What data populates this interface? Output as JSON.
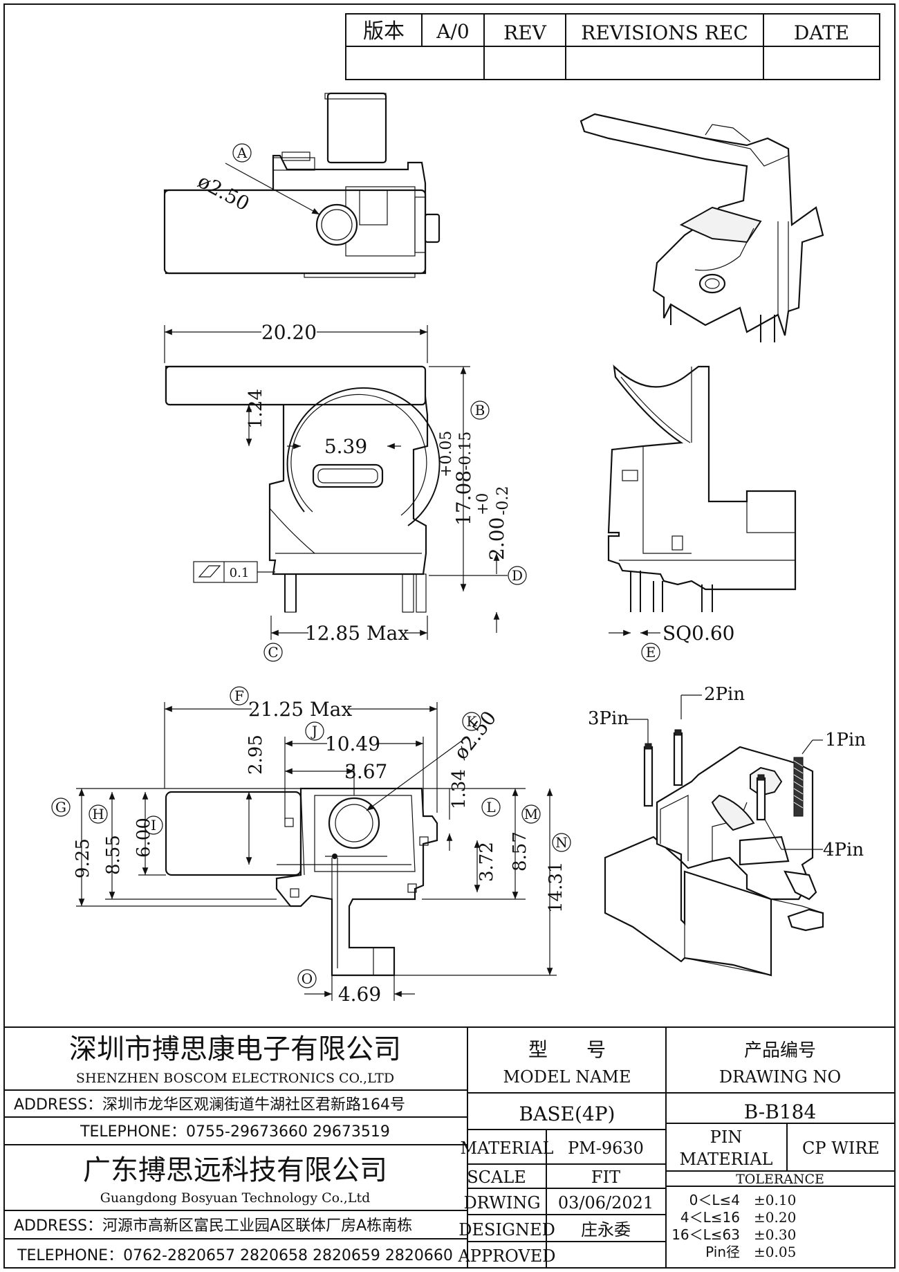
{
  "revision_block": {
    "version_label": "版本",
    "version_value": "A/0",
    "rev_header": "REV",
    "revisions_header": "REVISIONS REC",
    "date_header": "DATE"
  },
  "dimensions": {
    "A": "A",
    "B": "B",
    "C": "C",
    "D": "D",
    "E": "E",
    "F": "F",
    "G": "G",
    "H": "H",
    "I": "I",
    "J": "J",
    "K": "K",
    "L": "L",
    "M": "M",
    "N": "N",
    "O": "O",
    "hole_top": "ø2.50",
    "width_top": "20.20",
    "height_124": "1.24",
    "slot_539": "5.39",
    "height_1708": "17.08",
    "tol_1708_up": "+0.05",
    "tol_1708_dn": "-0.15",
    "height_200": "2.00",
    "tol_200_up": "+0",
    "tol_200_dn": "-0.2",
    "flatness": "0.1",
    "width_1285": "12.85 Max",
    "pin_sq": "SQ0.60",
    "width_2125": "21.25 Max",
    "width_1049": "10.49",
    "width_367": "3.67",
    "height_295": "2.95",
    "hole_bottom": "ø2.50",
    "height_134": "1.34",
    "height_925": "9.25",
    "height_855": "8.55",
    "height_600": "6.00",
    "height_372": "3.72",
    "height_857": "8.57",
    "height_1431": "14.31",
    "width_469": "4.69",
    "pin2": "2Pin",
    "pin3": "3Pin",
    "pin1": "1Pin",
    "pin4": "4Pin"
  },
  "title_block": {
    "company_cn": "深圳市搏思康电子有限公司",
    "company_en": "SHENZHEN BOSCOM ELECTRONICS CO.,LTD",
    "address1": "ADDRESS：深圳市龙华区观澜街道牛湖社区君新路164号",
    "telephone1": "TELEPHONE：0755-29673660 29673519",
    "company2_cn": "广东搏思远科技有限公司",
    "company2_en": "Guangdong Bosyuan Technology Co.,Ltd",
    "address2": "ADDRESS：河源市高新区富民工业园A区联体厂房A栋南栋",
    "telephone2": "TELEPHONE：0762-2820657 2820658 2820659 2820660",
    "model_cn": "型　　号",
    "model_en": "MODEL NAME",
    "model_value": "BASE(4P)",
    "drawing_cn": "产品编号",
    "drawing_en": "DRAWING NO",
    "drawing_value": "B-B184",
    "material_label": "MATERIAL",
    "material_value": "PM-9630",
    "scale_label": "SCALE",
    "scale_value": "FIT",
    "drawing_label": "DRWING",
    "drawing_date": "03/06/2021",
    "designed_label": "DESIGNED",
    "designed_value": "庄永委",
    "approved_label": "APPROVED",
    "pin_material_label1": "PIN",
    "pin_material_label2": "MATERIAL",
    "pin_material_value": "CP WIRE",
    "tolerance_label": "TOLERANCE",
    "tol_rows": [
      {
        "range": "0＜L≤4",
        "value": "±0.10"
      },
      {
        "range": "4＜L≤16",
        "value": "±0.20"
      },
      {
        "range": "16＜L≤63",
        "value": "±0.30"
      },
      {
        "range": "Pin径",
        "value": "±0.05"
      }
    ]
  }
}
